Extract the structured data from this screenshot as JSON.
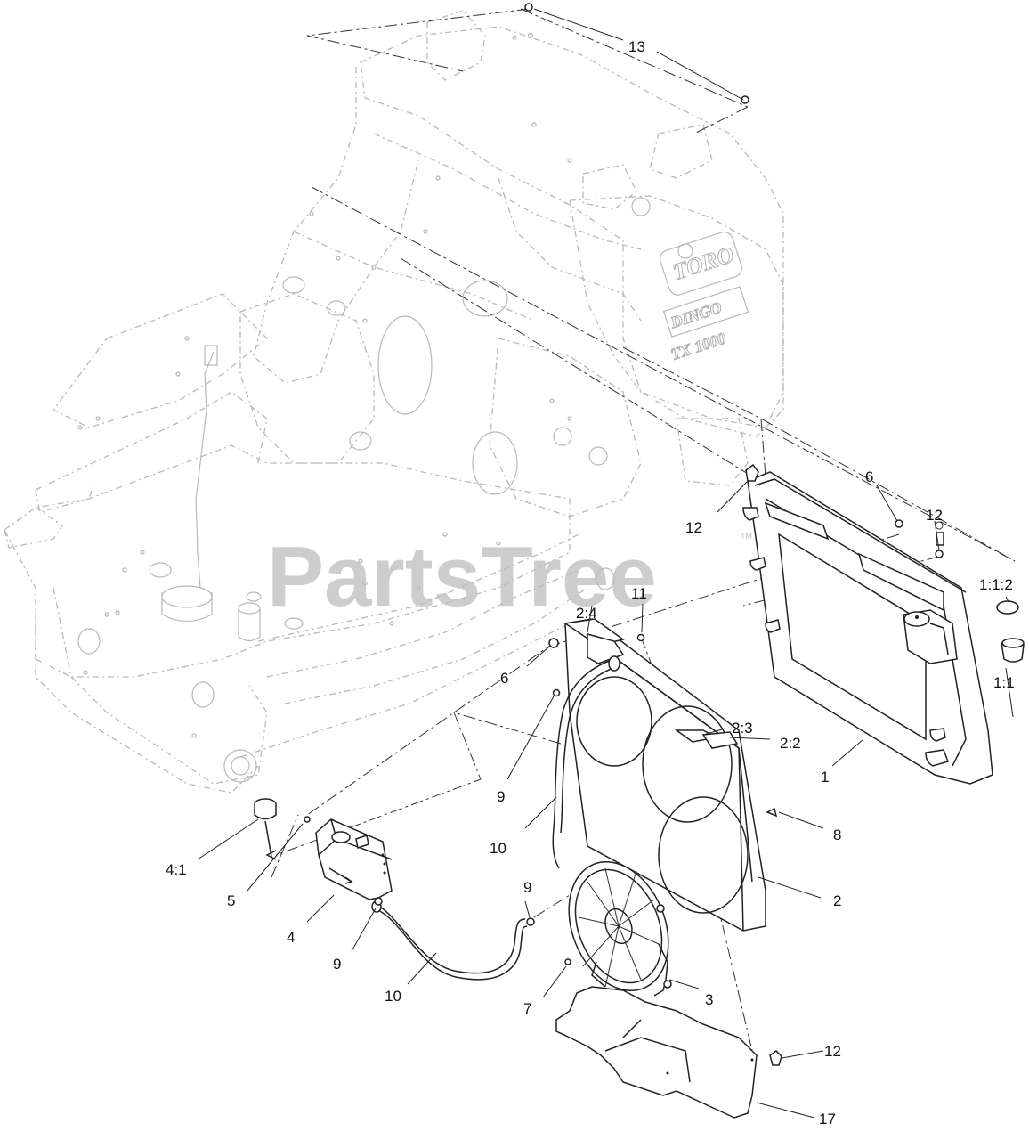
{
  "watermark": {
    "text": "PartsTree",
    "trademark": "TM"
  },
  "machine_decal": {
    "brand": "TORO",
    "model": "DINGO",
    "model_number": "TX 1000"
  },
  "callouts": [
    {
      "id": "c13",
      "label": "13"
    },
    {
      "id": "c12a",
      "label": "12"
    },
    {
      "id": "c6a",
      "label": "6"
    },
    {
      "id": "c12b",
      "label": "12"
    },
    {
      "id": "c112",
      "label": "1:1:2"
    },
    {
      "id": "c11",
      "label": "11"
    },
    {
      "id": "c24",
      "label": "2:4"
    },
    {
      "id": "c6b",
      "label": "6"
    },
    {
      "id": "c11b",
      "label": "1:1"
    },
    {
      "id": "c23",
      "label": "2:3"
    },
    {
      "id": "c22",
      "label": "2:2"
    },
    {
      "id": "c1",
      "label": "1"
    },
    {
      "id": "c9a",
      "label": "9"
    },
    {
      "id": "c8",
      "label": "8"
    },
    {
      "id": "c10a",
      "label": "10"
    },
    {
      "id": "c41",
      "label": "4:1"
    },
    {
      "id": "c5",
      "label": "5"
    },
    {
      "id": "c2",
      "label": "2"
    },
    {
      "id": "c9b",
      "label": "9"
    },
    {
      "id": "c4",
      "label": "4"
    },
    {
      "id": "c9c",
      "label": "9"
    },
    {
      "id": "c3",
      "label": "3"
    },
    {
      "id": "c10b",
      "label": "10"
    },
    {
      "id": "c7",
      "label": "7"
    },
    {
      "id": "c12c",
      "label": "12"
    },
    {
      "id": "c17",
      "label": "17"
    }
  ]
}
